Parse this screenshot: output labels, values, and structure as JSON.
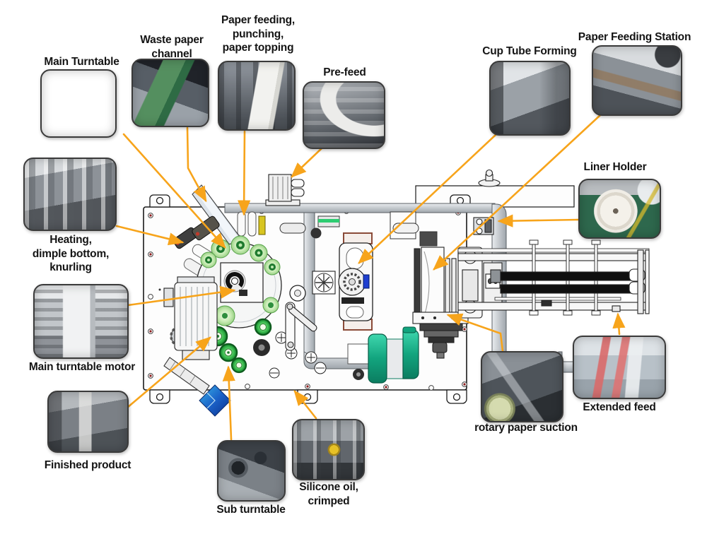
{
  "colors": {
    "callout_line": "#F7A41B",
    "label_text": "#141414",
    "machine_outline": "#1a1a1a",
    "roller_green": "#2fae45",
    "motor_teal": "#18b890",
    "accent_blue": "#1f3fd0"
  },
  "callouts": [
    {
      "id": "main-turntable",
      "label": "Main Turntable"
    },
    {
      "id": "waste-paper-channel",
      "label": "Waste paper\nchannel"
    },
    {
      "id": "paper-feeding",
      "label": "Paper feeding,\npunching,\npaper topping"
    },
    {
      "id": "pre-feed",
      "label": "Pre-feed"
    },
    {
      "id": "cup-tube-forming",
      "label": "Cup Tube Forming"
    },
    {
      "id": "paper-feeding-station",
      "label": "Paper Feeding Station"
    },
    {
      "id": "liner-holder",
      "label": "Liner Holder"
    },
    {
      "id": "heating",
      "label": "Heating,\ndimple bottom,\nknurling"
    },
    {
      "id": "main-turntable-motor",
      "label": "Main turntable motor"
    },
    {
      "id": "finished-product",
      "label": "Finished product"
    },
    {
      "id": "sub-turntable",
      "label": "Sub turntable"
    },
    {
      "id": "silicone-oil",
      "label": "Silicone oil,\ncrimped"
    },
    {
      "id": "rotary-paper-suction",
      "label": "rotary paper suction"
    },
    {
      "id": "extended-feed",
      "label": "Extended feed"
    }
  ]
}
